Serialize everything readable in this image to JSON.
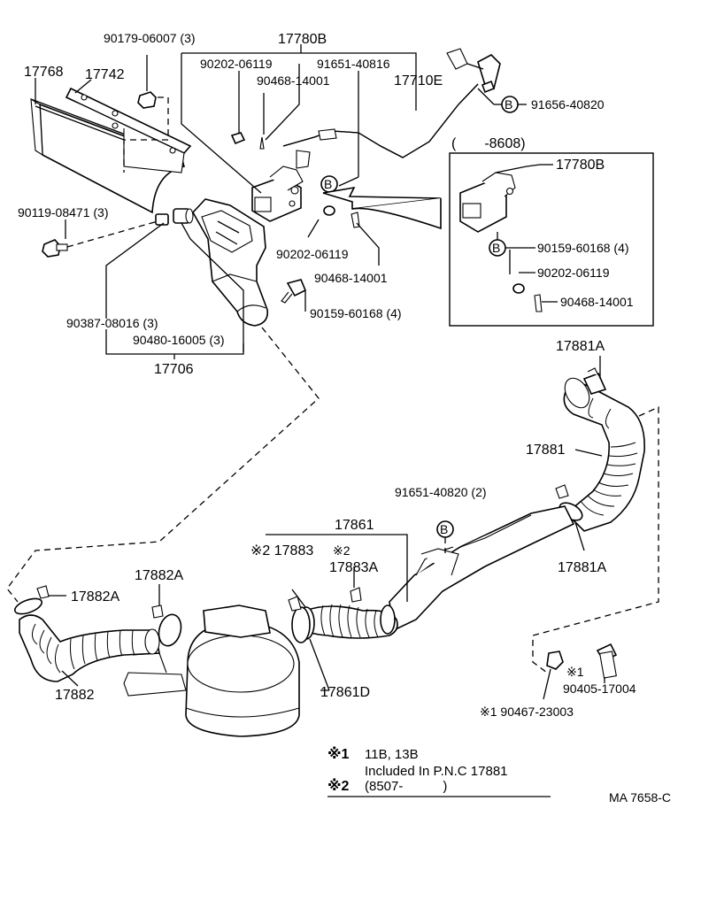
{
  "diagram": {
    "drawing_code": "MA 7658-C",
    "inset_title": "(　　-8608)",
    "labels": {
      "p17780B": "17780B",
      "p90179": "90179-06007 (3)",
      "p17768": "17768",
      "p17742": "17742",
      "p90202_top": "90202-06119",
      "p91651_top": "91651-40816",
      "p90468_top": "90468-14001",
      "p17710E": "17710E",
      "p91656": "91656-40820",
      "p90119": "90119-08471 (3)",
      "p90202_mid": "90202-06119",
      "p90468_mid": "90468-14001",
      "p90159_mid": "90159-60168 (4)",
      "p90387": "90387-08016 (3)",
      "p90480": "90480-16005 (3)",
      "p17706": "17706",
      "inset_17780B": "17780B",
      "inset_90159": "90159-60168 (4)",
      "inset_90202": "90202-06119",
      "inset_90468": "90468-14001",
      "p17881A_top": "17881A",
      "p17881": "17881",
      "p91651_low": "91651-40820 (2)",
      "p17861": "17861",
      "p17883": "※2 17883",
      "p17883A_mark": "※2",
      "p17883A": "17883A",
      "p17881A_low": "17881A",
      "p17882A_left": "17882A",
      "p17882A_top": "17882A",
      "p17882": "17882",
      "p17861D": "17861D",
      "p90405": "90405-17004",
      "p90467": "※1 90467-23003",
      "mark_1": "※1",
      "bolt_b": "B"
    },
    "notes": [
      {
        "mark": "※1",
        "line1": "11B, 13B",
        "line2": "Included In P.N.C 17881"
      },
      {
        "mark": "※2",
        "line1": "(8507-　　　)"
      }
    ]
  }
}
